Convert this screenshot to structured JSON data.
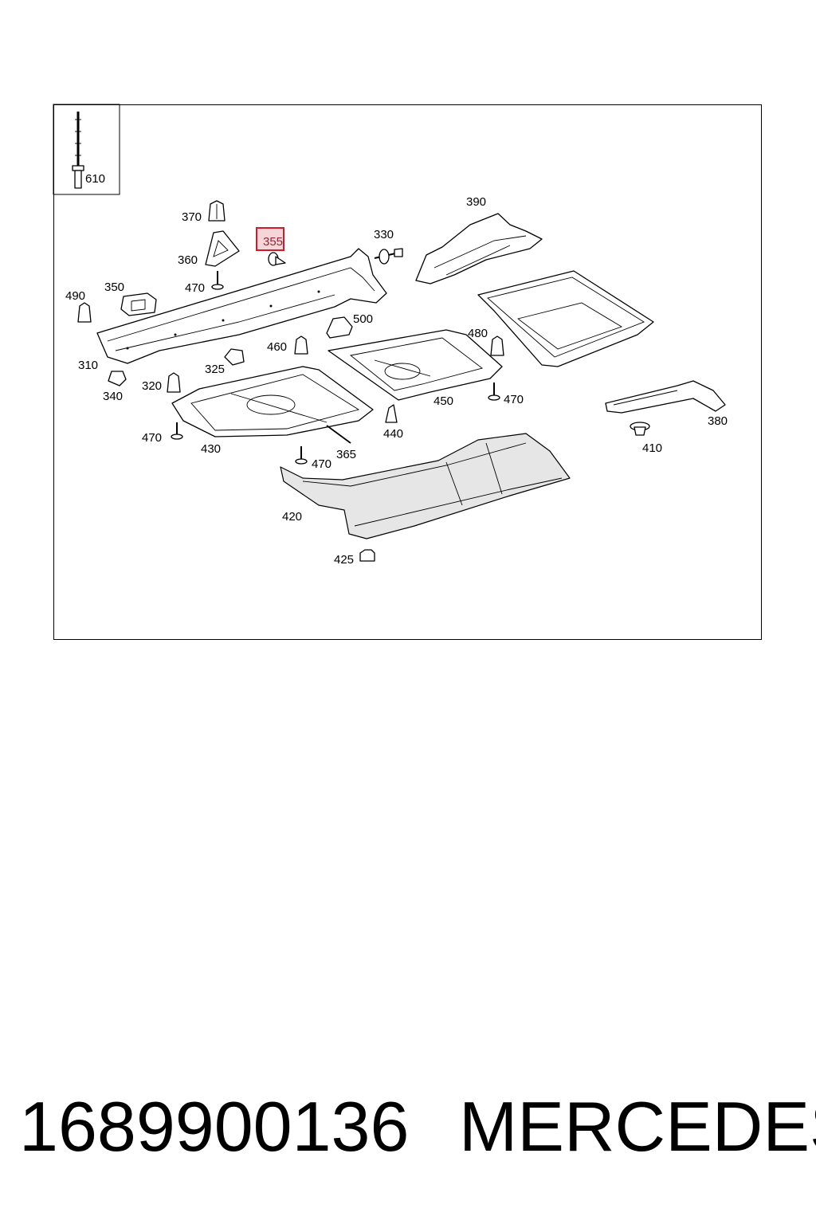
{
  "diagram": {
    "labels": {
      "l610": "610",
      "l370": "370",
      "l355": "355",
      "l330": "330",
      "l390": "390",
      "l360": "360",
      "l470a": "470",
      "l350": "350",
      "l490": "490",
      "l500": "500",
      "l480": "480",
      "l460": "460",
      "l310": "310",
      "l325": "325",
      "l320": "320",
      "l340": "340",
      "l450": "450",
      "l470b": "470",
      "l380": "380",
      "l470c": "470",
      "l430": "430",
      "l440": "440",
      "l410": "410",
      "l365": "365",
      "l470d": "470",
      "l420": "420",
      "l425": "425"
    },
    "highlighted_label": "355",
    "highlight_color": "#d11a2a"
  },
  "footer": {
    "part_number": "1689900136",
    "brand": "MERCEDES"
  }
}
